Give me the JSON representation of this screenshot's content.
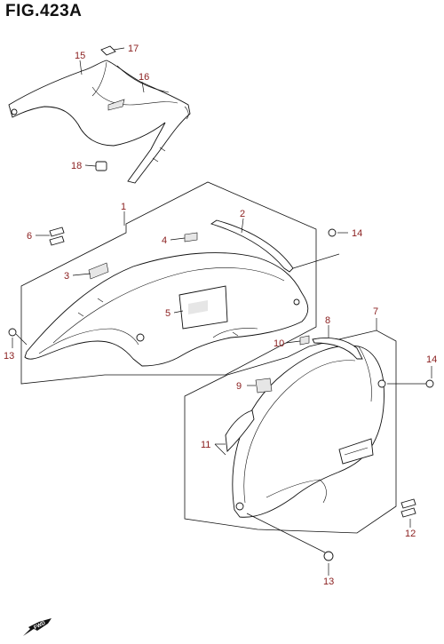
{
  "figure": {
    "title": "FIG.423A"
  },
  "callouts": [
    {
      "id": "c1",
      "label": "1"
    },
    {
      "id": "c2",
      "label": "2"
    },
    {
      "id": "c3",
      "label": "3"
    },
    {
      "id": "c4",
      "label": "4"
    },
    {
      "id": "c5",
      "label": "5"
    },
    {
      "id": "c6",
      "label": "6"
    },
    {
      "id": "c7",
      "label": "7"
    },
    {
      "id": "c8",
      "label": "8"
    },
    {
      "id": "c9",
      "label": "9"
    },
    {
      "id": "c10",
      "label": "10"
    },
    {
      "id": "c11",
      "label": "11"
    },
    {
      "id": "c12",
      "label": "12"
    },
    {
      "id": "c13a",
      "label": "13"
    },
    {
      "id": "c13b",
      "label": "13"
    },
    {
      "id": "c14a",
      "label": "14"
    },
    {
      "id": "c14b",
      "label": "14"
    },
    {
      "id": "c15",
      "label": "15"
    },
    {
      "id": "c16",
      "label": "16"
    },
    {
      "id": "c17",
      "label": "17"
    },
    {
      "id": "c18",
      "label": "18"
    }
  ],
  "direction_badge": {
    "label": "FWD"
  },
  "colors": {
    "callout": "#8a1e1e",
    "line": "#111111"
  }
}
